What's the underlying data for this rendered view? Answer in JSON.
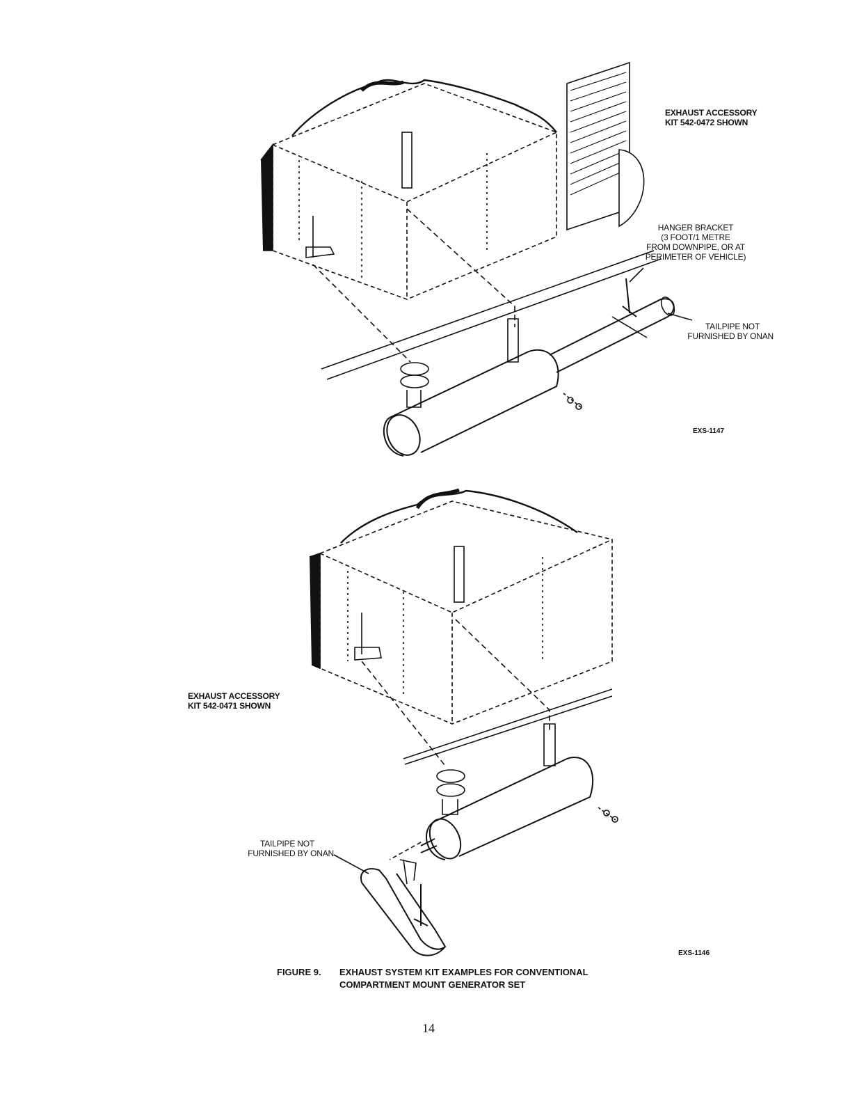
{
  "figure_top": {
    "kit_label": [
      "EXHAUST ACCESSORY",
      "KIT 542-0472 SHOWN"
    ],
    "hanger_label": [
      "HANGER BRACKET",
      "(3 FOOT/1 METRE",
      "FROM DOWNPIPE, OR AT",
      "PERIMETER OF VEHICLE)"
    ],
    "tailpipe_label": [
      "TAILPIPE NOT",
      "FURNISHED BY ONAN"
    ],
    "drawing_code": "EXS-1147"
  },
  "figure_bottom": {
    "kit_label": [
      "EXHAUST ACCESSORY",
      "KIT 542-0471 SHOWN"
    ],
    "tailpipe_label": [
      "TAILPIPE NOT",
      "FURNISHED BY ONAN"
    ],
    "drawing_code": "EXS-1146"
  },
  "caption": {
    "number": "FIGURE 9.",
    "line1": "EXHAUST SYSTEM KIT EXAMPLES FOR CONVENTIONAL",
    "line2": "COMPARTMENT MOUNT GENERATOR SET"
  },
  "page_number": "14"
}
